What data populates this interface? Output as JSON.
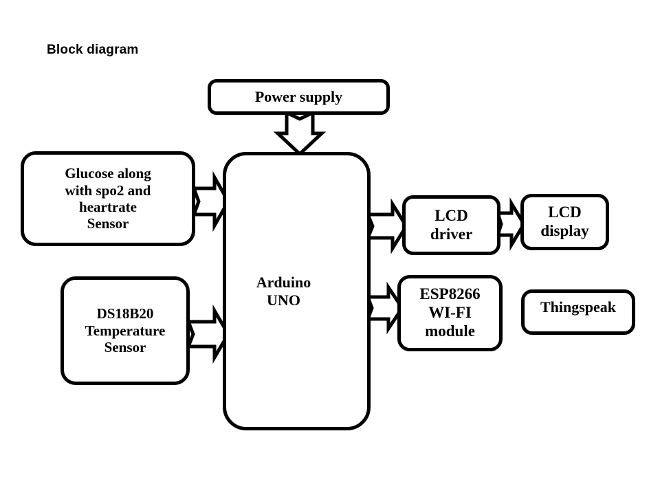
{
  "title": "Block diagram",
  "diagram": {
    "nodes": [
      {
        "id": "power-supply",
        "label": "Power supply"
      },
      {
        "id": "glucose-sensor",
        "label": "Glucose along with spo2 and heartrate Sensor",
        "lines": [
          "Glucose along",
          "with spo2 and",
          "heartrate",
          "Sensor"
        ]
      },
      {
        "id": "temp-sensor",
        "label": "DS18B20 Temperature Sensor",
        "lines": [
          "DS18B20",
          "Temperature",
          "Sensor"
        ]
      },
      {
        "id": "arduino",
        "label": "Arduino UNO",
        "lines": [
          "Arduino",
          "UNO"
        ]
      },
      {
        "id": "lcd-driver",
        "label": "LCD driver",
        "lines": [
          "LCD",
          "driver"
        ]
      },
      {
        "id": "lcd-display",
        "label": "LCD display",
        "lines": [
          "LCD",
          "display"
        ]
      },
      {
        "id": "esp8266",
        "label": "ESP8266 WI-FI module",
        "lines": [
          "ESP8266",
          "WI-FI",
          "module"
        ]
      },
      {
        "id": "thingspeak",
        "label": "Thingspeak"
      }
    ],
    "connections": [
      {
        "from": "power-supply",
        "to": "arduino",
        "direction": "down",
        "style": "block-arrow"
      },
      {
        "from": "glucose-sensor",
        "to": "arduino",
        "direction": "right",
        "style": "block-arrow"
      },
      {
        "from": "temp-sensor",
        "to": "arduino",
        "direction": "right",
        "style": "block-arrow"
      },
      {
        "from": "arduino",
        "to": "lcd-driver",
        "direction": "right",
        "style": "block-arrow"
      },
      {
        "from": "lcd-driver",
        "to": "lcd-display",
        "direction": "right",
        "style": "block-arrow"
      },
      {
        "from": "arduino",
        "to": "esp8266",
        "direction": "right",
        "style": "block-arrow"
      }
    ]
  },
  "colors": {
    "stroke": "#000000",
    "fill": "#ffffff",
    "background": "#ffffff",
    "text": "#000000"
  }
}
